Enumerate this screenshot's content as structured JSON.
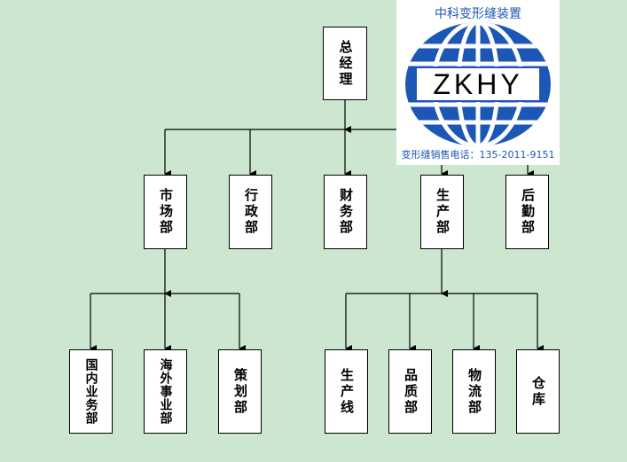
{
  "nodes": {
    "gm": "总经理",
    "market": "市场部",
    "admin": "行政部",
    "finance": "财务部",
    "production": "生产部",
    "logistics": "后勤部",
    "domestic": "国内业务部",
    "overseas": "海外事业部",
    "planning": "策划部",
    "line": "生产线",
    "quality": "品质部",
    "materials": "物流部",
    "warehouse": "仓库"
  },
  "logo": {
    "title": "中科变形缝装置",
    "mark": "ZKHY",
    "phone": "变形缝销售电话：135-2011-9151"
  },
  "colors": {
    "background": "#cde6cf",
    "logo_blue": "#1c57b6"
  }
}
